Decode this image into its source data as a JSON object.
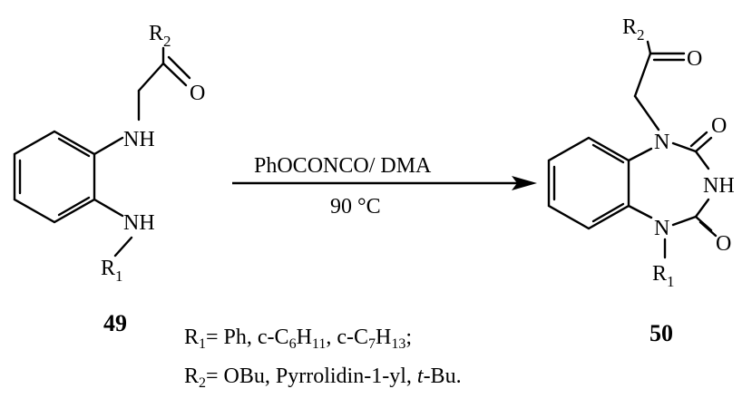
{
  "reaction": {
    "reagent": "PhOCONCO/ DMA",
    "temperature": "90 °C"
  },
  "reactant": {
    "number": "49",
    "atoms": {
      "r2": "R",
      "r2_sub": "2",
      "oxygen": "O",
      "nh_top": "NH",
      "nh_bottom": "NH",
      "r1": "R",
      "r1_sub": "1"
    }
  },
  "product": {
    "number": "50",
    "atoms": {
      "r2": "R",
      "r2_sub": "2",
      "oxygen_ketone": "O",
      "n_top": "N",
      "oxygen_top": "O",
      "nh": "NH",
      "n_bottom": "N",
      "oxygen_bottom": "O",
      "r1": "R",
      "r1_sub": "1"
    }
  },
  "substituents": {
    "r1": {
      "label": "R",
      "label_sub": "1",
      "prefix": "= Ph, c-C",
      "c1_sub": "6",
      "h_a": "H",
      "h1_sub": "11",
      "mid": ", c-C",
      "c2_sub": "7",
      "h_b": "H",
      "h2_sub": "13",
      "suffix": ";"
    },
    "r2": {
      "label": "R",
      "label_sub": "2",
      "prefix": "= OBu, Pyrrolidin-1-yl, ",
      "italic": "t",
      "suffix": "-Bu."
    }
  }
}
